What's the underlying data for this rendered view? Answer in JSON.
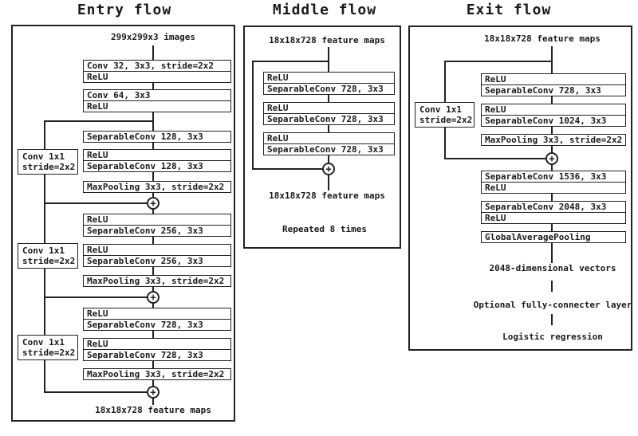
{
  "colors": {
    "ink": "#1a1a1a",
    "line": "#222222",
    "background": "#ffffff"
  },
  "glyphs": {
    "plus": "+"
  },
  "entry": {
    "title": "Entry flow",
    "input_label": "299x299x3 images",
    "output_label": "18x18x728 feature maps",
    "main_boxes": [
      {
        "rows": [
          "Conv 32, 3x3, stride=2x2",
          "ReLU"
        ]
      },
      {
        "rows": [
          "Conv 64, 3x3",
          "ReLU"
        ]
      },
      {
        "rows": [
          "SeparableConv 128, 3x3"
        ]
      },
      {
        "rows": [
          "ReLU",
          "SeparableConv 128, 3x3"
        ]
      },
      {
        "rows": [
          "MaxPooling 3x3, stride=2x2"
        ]
      },
      {
        "rows": [
          "ReLU",
          "SeparableConv 256, 3x3"
        ]
      },
      {
        "rows": [
          "ReLU",
          "SeparableConv 256, 3x3"
        ]
      },
      {
        "rows": [
          "MaxPooling 3x3, stride=2x2"
        ]
      },
      {
        "rows": [
          "ReLU",
          "SeparableConv 728, 3x3"
        ]
      },
      {
        "rows": [
          "ReLU",
          "SeparableConv 728, 3x3"
        ]
      },
      {
        "rows": [
          "MaxPooling 3x3, stride=2x2"
        ]
      }
    ],
    "residual_boxes": [
      {
        "rows": [
          "Conv 1x1",
          "stride=2x2"
        ]
      },
      {
        "rows": [
          "Conv 1x1",
          "stride=2x2"
        ]
      },
      {
        "rows": [
          "Conv 1x1",
          "stride=2x2"
        ]
      }
    ]
  },
  "middle": {
    "title": "Middle flow",
    "input_label": "18x18x728 feature maps",
    "output_label": "18x18x728 feature maps",
    "note": "Repeated 8 times",
    "main_boxes": [
      {
        "rows": [
          "ReLU",
          "SeparableConv 728, 3x3"
        ]
      },
      {
        "rows": [
          "ReLU",
          "SeparableConv 728, 3x3"
        ]
      },
      {
        "rows": [
          "ReLU",
          "SeparableConv 728, 3x3"
        ]
      }
    ]
  },
  "exit": {
    "title": "Exit flow",
    "input_label": "18x18x728 feature maps",
    "main_boxes": [
      {
        "rows": [
          "ReLU",
          "SeparableConv 728, 3x3"
        ]
      },
      {
        "rows": [
          "ReLU",
          "SeparableConv 1024, 3x3"
        ]
      },
      {
        "rows": [
          "MaxPooling 3x3, stride=2x2"
        ]
      },
      {
        "rows": [
          "SeparableConv 1536, 3x3",
          "ReLU"
        ]
      },
      {
        "rows": [
          "SeparableConv 2048, 3x3",
          "ReLU"
        ]
      },
      {
        "rows": [
          "GlobalAveragePooling"
        ]
      }
    ],
    "residual_boxes": [
      {
        "rows": [
          "Conv 1x1",
          "stride=2x2"
        ]
      }
    ],
    "tail_labels": [
      "2048-dimensional vectors",
      "Optional fully-connecter layer",
      "Logistic regression"
    ]
  }
}
